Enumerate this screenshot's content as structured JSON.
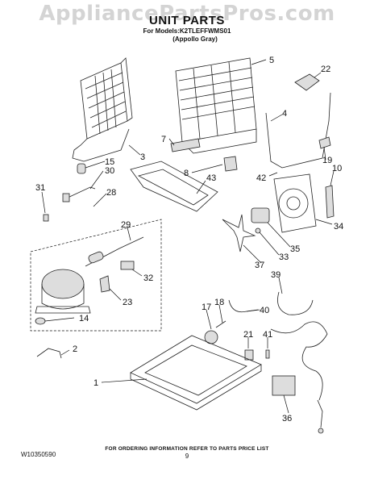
{
  "watermark": "AppliancePartsPros.com",
  "header": {
    "title": "UNIT PARTS",
    "models_line": "For Models:K2TLEFFWMS01",
    "color_line": "(Appollo Gray)"
  },
  "callouts": [
    "5",
    "22",
    "4",
    "3",
    "7",
    "8",
    "43",
    "42",
    "19",
    "10",
    "15",
    "30",
    "31",
    "28",
    "29",
    "34",
    "35",
    "33",
    "37",
    "32",
    "23",
    "14",
    "39",
    "17",
    "18",
    "40",
    "21",
    "41",
    "2",
    "1",
    "36"
  ],
  "footer": {
    "ordering_note": "FOR ORDERING INFORMATION REFER TO PARTS PRICE LIST",
    "doc_number": "W10350590",
    "page_number": "9"
  }
}
